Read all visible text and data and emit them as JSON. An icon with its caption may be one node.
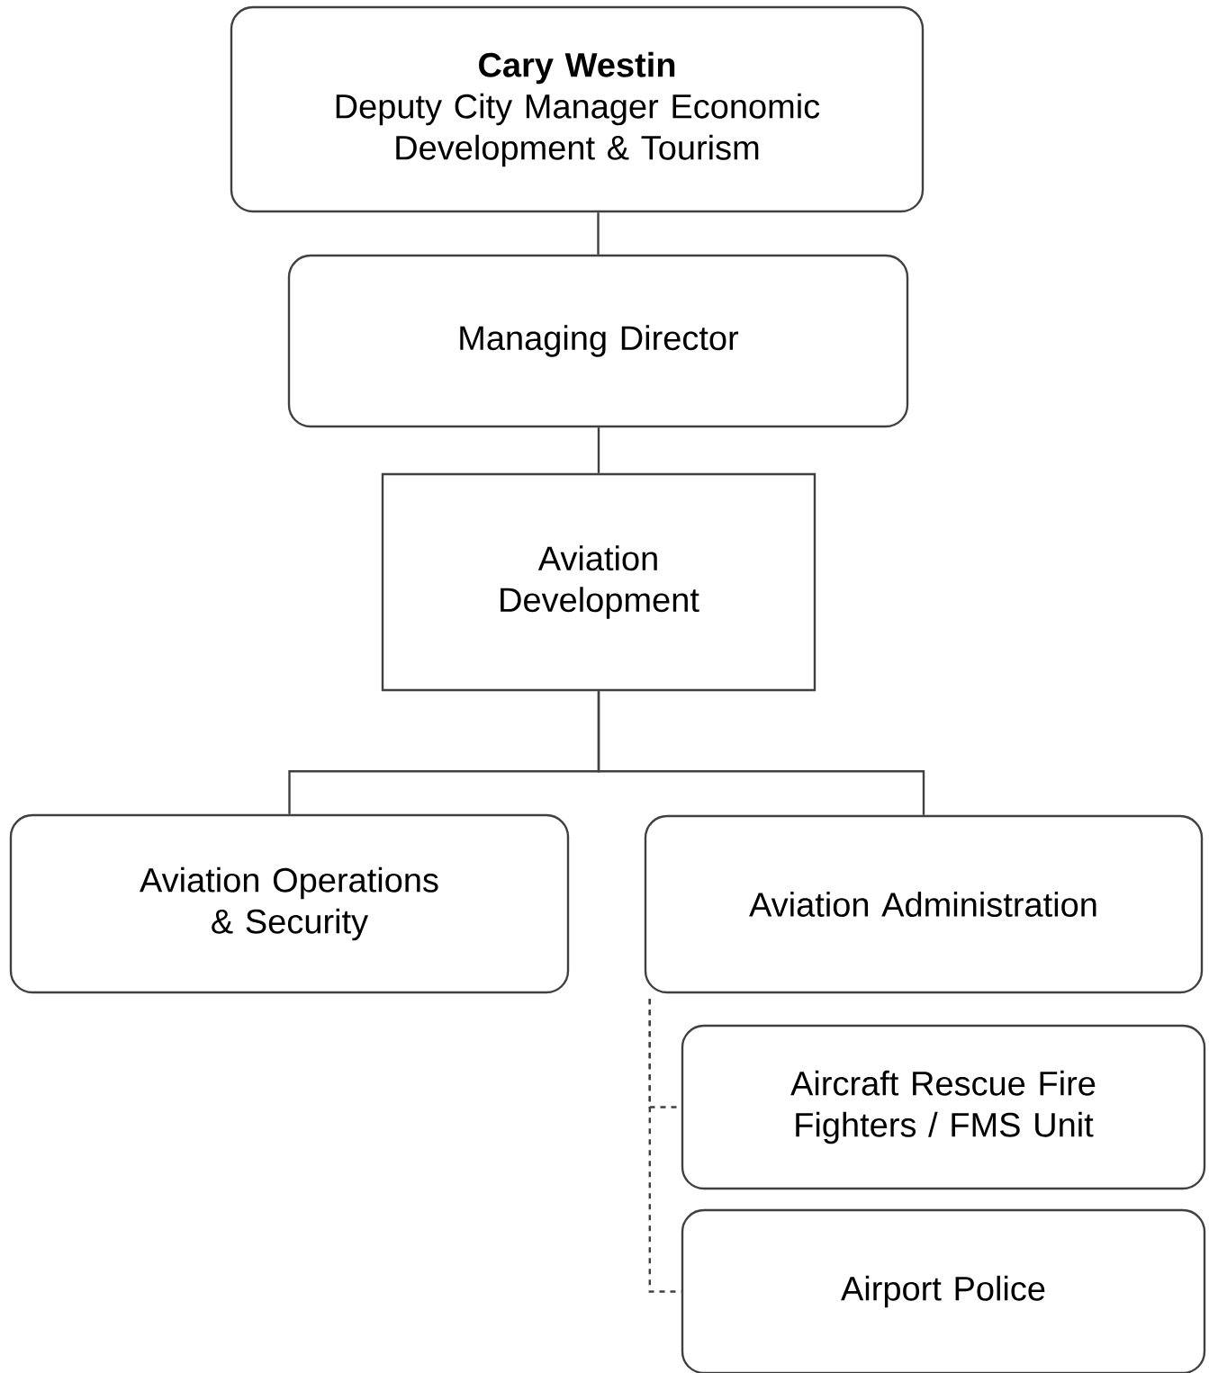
{
  "diagram": {
    "nodes": [
      {
        "text": [
          "Cary Westin",
          "Deputy City Manager Economic Development & Tourism"
        ]
      },
      {
        "text": [
          "Managing Director"
        ]
      },
      {
        "text": [
          "Aviation Development"
        ]
      },
      {
        "text": [
          "Aviation Operations & Security"
        ]
      },
      {
        "text": [
          "Aviation Administration"
        ]
      },
      {
        "text": [
          "Aircraft Rescue Fire Fighters / FMS Unit"
        ]
      },
      {
        "text": [
          "Airport Police"
        ]
      }
    ],
    "edges": [
      {
        "from": 0,
        "to": 1,
        "arrow": "none"
      },
      {
        "from": 1,
        "to": 2,
        "arrow": "none"
      },
      {
        "from": 2,
        "to": 3,
        "arrow": "none"
      },
      {
        "from": 2,
        "to": 4,
        "arrow": "none"
      },
      {
        "from": 4,
        "to": 5,
        "arrow": "none",
        "style": "dashed"
      },
      {
        "from": 4,
        "to": 6,
        "arrow": "none",
        "style": "dashed"
      }
    ]
  }
}
